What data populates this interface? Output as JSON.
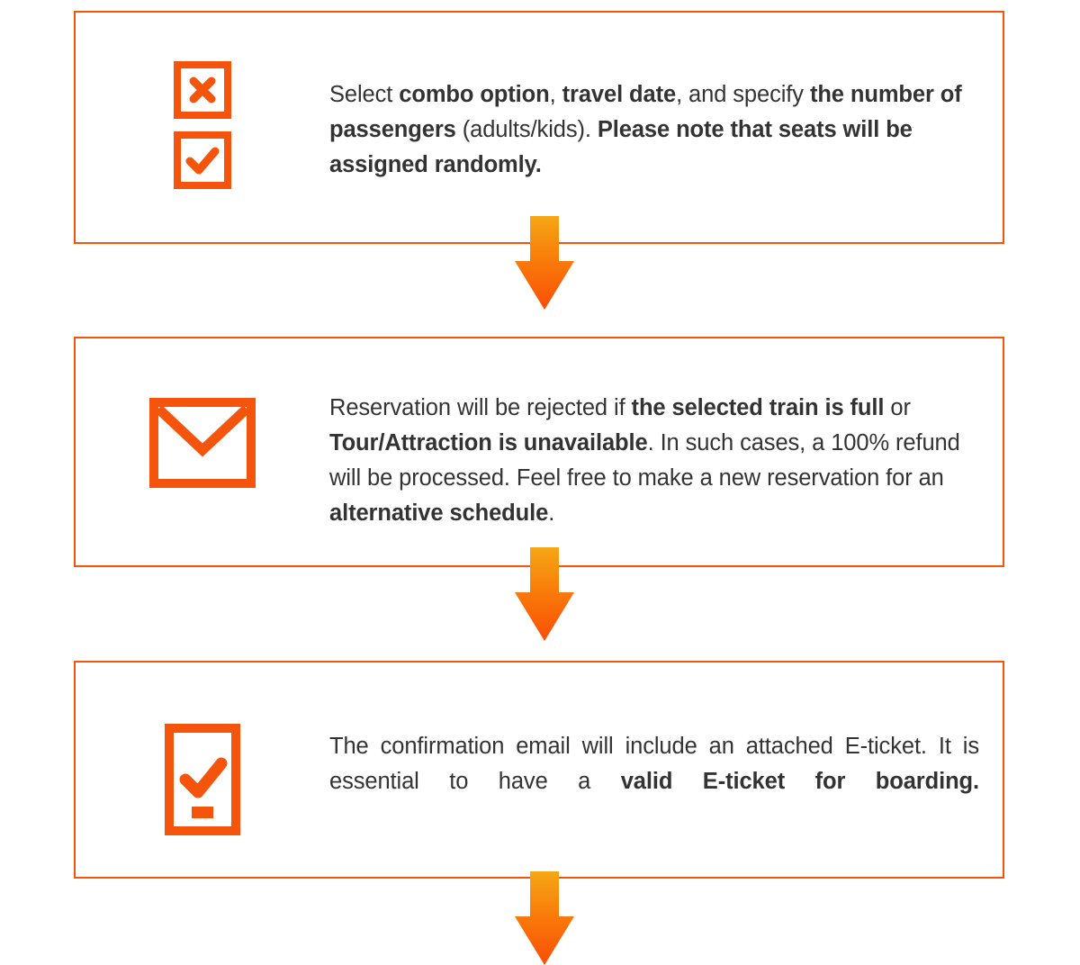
{
  "theme": {
    "accent_orange": "#f4540c",
    "icon_orange": "#f4540c",
    "arrow_top": "#f5a716",
    "arrow_mid": "#f97d0a",
    "arrow_bottom": "#f94e06",
    "text_color": "#333333",
    "background": "#ffffff"
  },
  "steps": [
    {
      "id": "step-1",
      "icon": "checkbox-x-check-icon",
      "text_segments": [
        {
          "text": "Select ",
          "bold": false
        },
        {
          "text": "combo option",
          "bold": true
        },
        {
          "text": ", ",
          "bold": false
        },
        {
          "text": "travel date",
          "bold": true
        },
        {
          "text": ", and specify ",
          "bold": false
        },
        {
          "text": "the number of passengers",
          "bold": true
        },
        {
          "text": " (adults/kids). ",
          "bold": false
        },
        {
          "text": "Please note that seats will be assigned randomly.",
          "bold": true
        }
      ],
      "plain_text": "Select combo option, travel date, and specify the number of passengers (adults/kids). Please note that seats will be assigned randomly."
    },
    {
      "id": "step-2",
      "icon": "envelope-icon",
      "text_segments": [
        {
          "text": "Reservation will be rejected if ",
          "bold": false
        },
        {
          "text": "the selected train is full",
          "bold": true
        },
        {
          "text": " or ",
          "bold": false
        },
        {
          "text": "Tour/Attraction is unavailable",
          "bold": true
        },
        {
          "text": ". In such cases, a 100% refund will be processed. Feel free to make a new reservation for an ",
          "bold": false
        },
        {
          "text": "alternative schedule",
          "bold": true
        },
        {
          "text": ".",
          "bold": false
        }
      ],
      "plain_text": "Reservation will be rejected if the selected train is full or Tour/Attraction is unavailable. In such cases, a 100% refund will be processed. Feel free to make a new reservation for an alternative schedule."
    },
    {
      "id": "step-3",
      "icon": "mobile-eticket-check-icon",
      "text_segments": [
        {
          "text": "The confirmation email will include an attached E-ticket. It is essential to have a ",
          "bold": false
        },
        {
          "text": "valid E-ticket for boarding.",
          "bold": true
        }
      ],
      "plain_text": "The confirmation email will include an attached E-ticket. It is essential to have a valid E-ticket for boarding."
    }
  ],
  "arrows": [
    {
      "id": "arrow-1",
      "name": "down-arrow-icon"
    },
    {
      "id": "arrow-2",
      "name": "down-arrow-icon"
    },
    {
      "id": "arrow-3",
      "name": "down-arrow-icon"
    }
  ]
}
